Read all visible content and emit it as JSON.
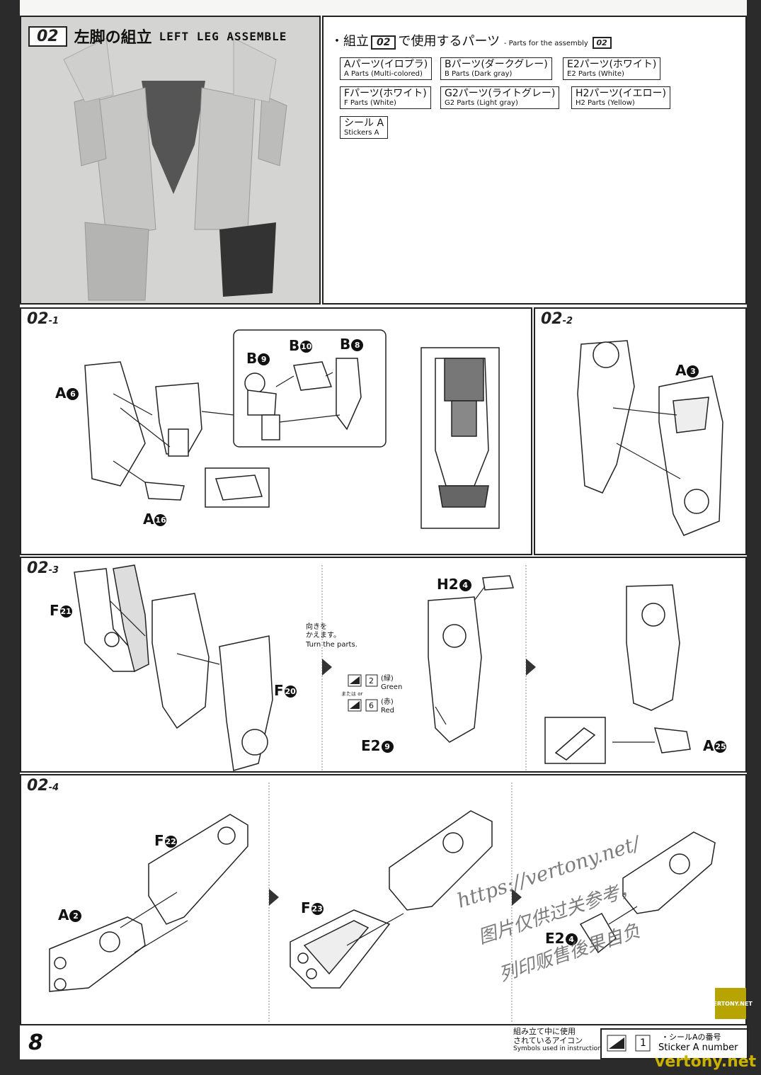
{
  "header": {
    "step": "02",
    "title_jp": "左脚の組立",
    "title_en": "LEFT LEG ASSEMBLE"
  },
  "parts_list": {
    "title_jp_pre": "・組立",
    "title_step": "02",
    "title_jp_post": "で使用するパーツ",
    "title_en": "- Parts for the assembly",
    "title_en_step": "02",
    "items": [
      {
        "jp": "Aパーツ(イロプラ)",
        "en": "A Parts (Multi-colored)"
      },
      {
        "jp": "Bパーツ(ダークグレー)",
        "en": "B Parts (Dark gray)"
      },
      {
        "jp": "E2パーツ(ホワイト)",
        "en": "E2 Parts (White)"
      },
      {
        "jp": "Fパーツ(ホワイト)",
        "en": "F Parts (White)"
      },
      {
        "jp": "G2パーツ(ライトグレー)",
        "en": "G2 Parts (Light gray)"
      },
      {
        "jp": "H2パーツ(イエロー)",
        "en": "H2 Parts (Yellow)"
      },
      {
        "jp": "シール A",
        "en": "Stickers A"
      }
    ]
  },
  "steps": {
    "s1": {
      "tag": "02",
      "sub": "-1",
      "labels": {
        "a6": {
          "p": "A",
          "n": "6"
        },
        "a16": {
          "p": "A",
          "n": "16"
        },
        "b9": {
          "p": "B",
          "n": "9"
        },
        "b10": {
          "p": "B",
          "n": "10"
        },
        "b8": {
          "p": "B",
          "n": "8"
        }
      }
    },
    "s2": {
      "tag": "02",
      "sub": "-2",
      "labels": {
        "a3": {
          "p": "A",
          "n": "3"
        }
      }
    },
    "s3": {
      "tag": "02",
      "sub": "-3",
      "labels": {
        "f21": {
          "p": "F",
          "n": "21"
        },
        "f20": {
          "p": "F",
          "n": "20"
        },
        "h24": {
          "p": "H2",
          "n": "4"
        },
        "e29": {
          "p": "E2",
          "n": "9"
        },
        "a25": {
          "p": "A",
          "n": "25"
        }
      },
      "turn_jp": "向きを\nかえます。",
      "turn_en": "Turn the parts.",
      "sticker_green_num": "2",
      "sticker_green_jp": "(緑)",
      "sticker_green_en": "Green",
      "sticker_or": "または or",
      "sticker_red_num": "6",
      "sticker_red_jp": "(赤)",
      "sticker_red_en": "Red"
    },
    "s4": {
      "tag": "02",
      "sub": "-4",
      "labels": {
        "f22": {
          "p": "F",
          "n": "22"
        },
        "a2": {
          "p": "A",
          "n": "2"
        },
        "f23": {
          "p": "F",
          "n": "23"
        },
        "e24": {
          "p": "E2",
          "n": "4"
        }
      }
    }
  },
  "footer": {
    "page": "8",
    "icons_jp1": "組み立て中に使用",
    "icons_jp2": "されているアイコン",
    "icons_en": "Symbols used in instructions",
    "legend_num": "1",
    "legend_jp": "・シールAの番号",
    "legend_en": "Sticker A number"
  },
  "watermark": {
    "line1": "https://vertony.net/",
    "line2": "图片仅供过关参考，",
    "line3": "列印贩售後果自负",
    "logo": "VERTONY.NET",
    "site": "vertony.net"
  }
}
